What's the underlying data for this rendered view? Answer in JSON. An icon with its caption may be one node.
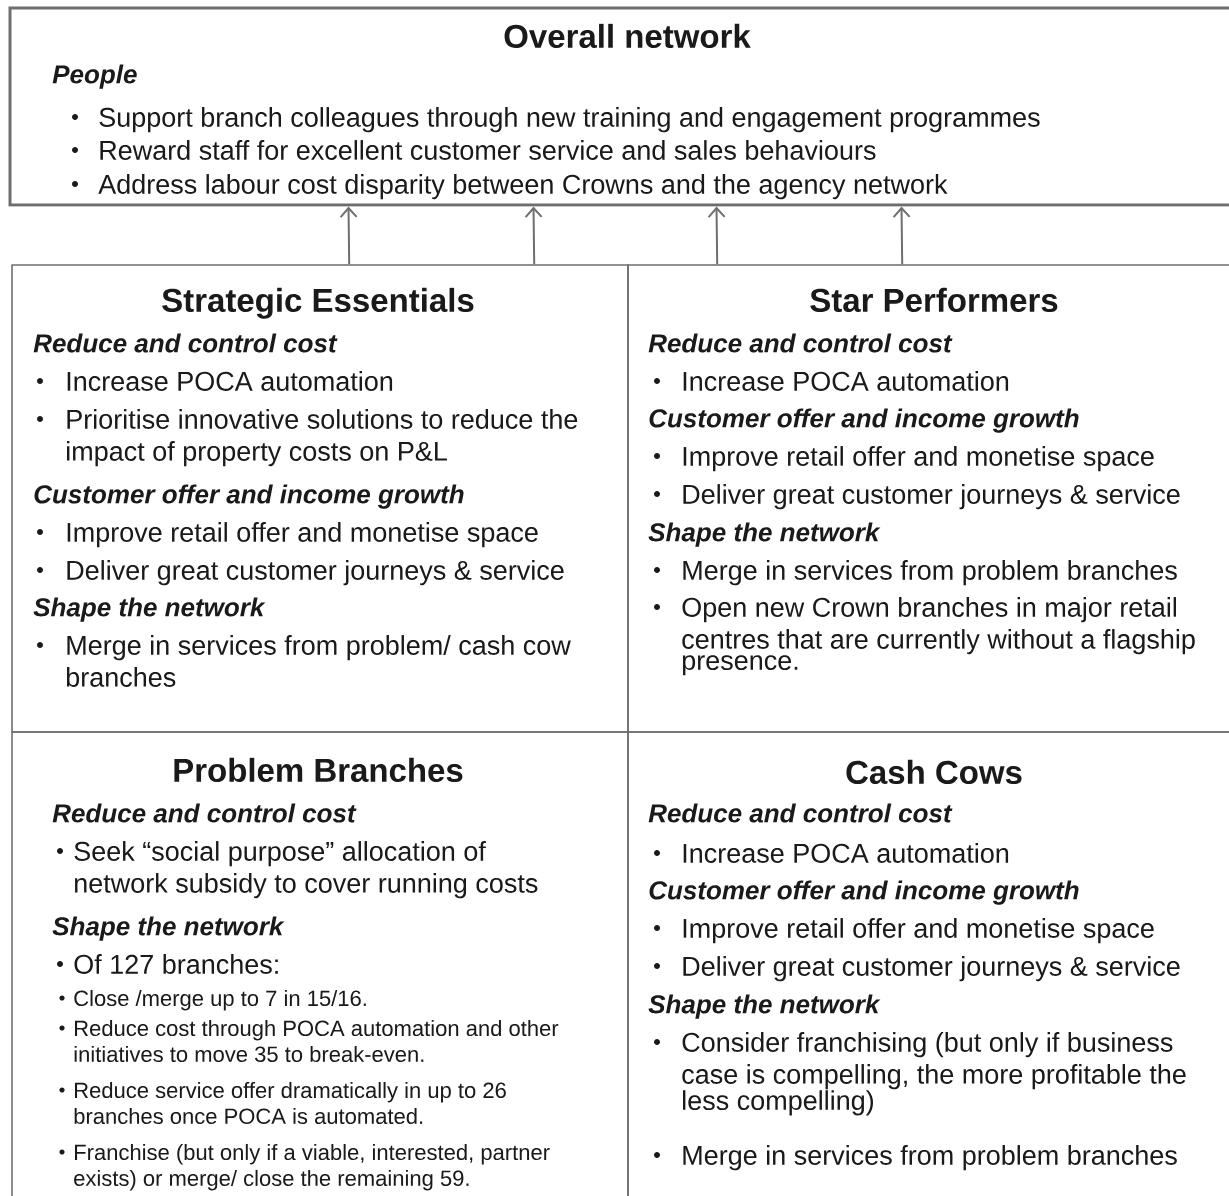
{
  "diagram": {
    "nodes": [
      {
        "text": [
          "Overall network",
          "People",
          "Support branch colleagues through new training and engagement programmes",
          "Reward staff for excellent customer service and sales behaviours",
          "Address labour cost disparity between Crowns and the agency network"
        ]
      },
      {
        "text": [
          "Strategic Essentials",
          "Reduce and control cost",
          "Increase POCA automation",
          "Prioritise innovative solutions to reduce the impact of property costs on P&L",
          "Customer offer and income growth",
          "Improve retail offer and monetise space",
          "Deliver great customer journeys & service",
          "Shape the network",
          "Merge in services from problem/ cash cow branches"
        ]
      },
      {
        "text": [
          "Star Performers",
          "Reduce and control cost",
          "Increase POCA automation",
          "Customer offer and income growth",
          "Improve retail offer and monetise space",
          "Deliver great customer journeys & service",
          "Shape the network",
          "Merge in services from problem branches",
          "Open new Crown branches in major retail centres that are currently without a flagship presence."
        ]
      },
      {
        "text": [
          "Problem Branches",
          "Reduce and control cost",
          "Seek “social purpose” allocation of network subsidy to cover running costs",
          "Shape the network",
          "Of 127 branches:",
          "Close /merge up to 7 in 15/16.",
          "Reduce cost through POCA automation and other initiatives to move 35 to break-even.",
          "Reduce service offer dramatically in up to 26 branches once POCA is automated.",
          "Franchise (but only if a viable, interested, partner exists) or merge/ close the remaining 59."
        ]
      },
      {
        "text": [
          "Cash Cows",
          "Reduce and control cost",
          "Increase POCA automation",
          "Customer offer and income growth",
          "Improve retail offer and monetise space",
          "Deliver great customer journeys & service",
          "Shape the network",
          "Consider franchising (but only if business case is compelling, the more profitable the less compelling)",
          "Merge in services from problem branches"
        ]
      }
    ],
    "edges": [
      {
        "from": 1,
        "to": 0,
        "arrow": "to"
      },
      {
        "from": 1,
        "to": 0,
        "arrow": "to"
      },
      {
        "from": 2,
        "to": 0,
        "arrow": "to"
      },
      {
        "from": 2,
        "to": 0,
        "arrow": "to"
      }
    ]
  }
}
